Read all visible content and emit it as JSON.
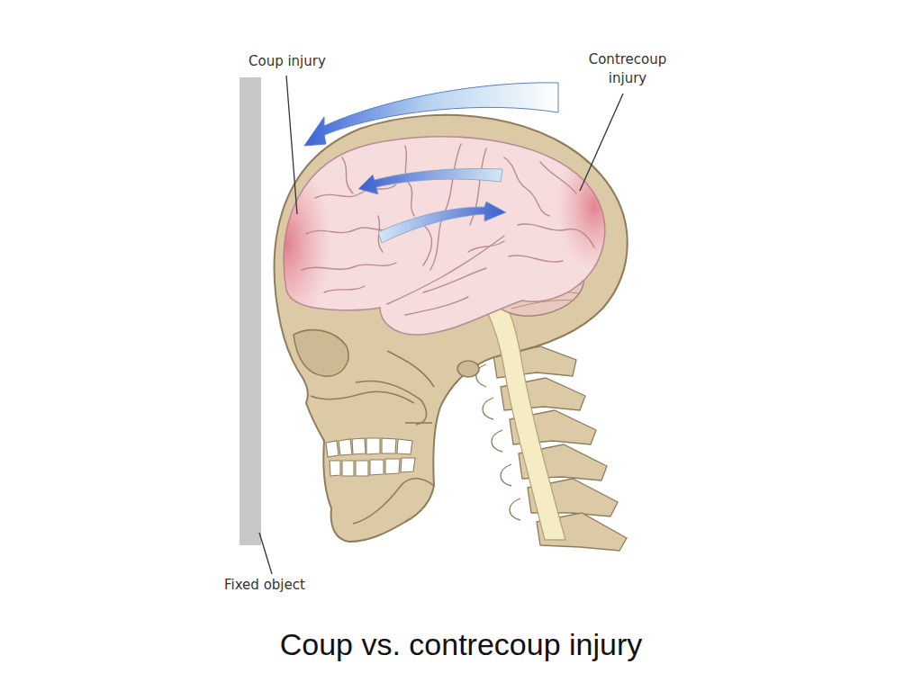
{
  "diagram": {
    "caption": "Coup vs. contrecoup injury",
    "labels": [
      "Coup injury",
      "Contrecoup injury",
      "Fixed object"
    ]
  }
}
